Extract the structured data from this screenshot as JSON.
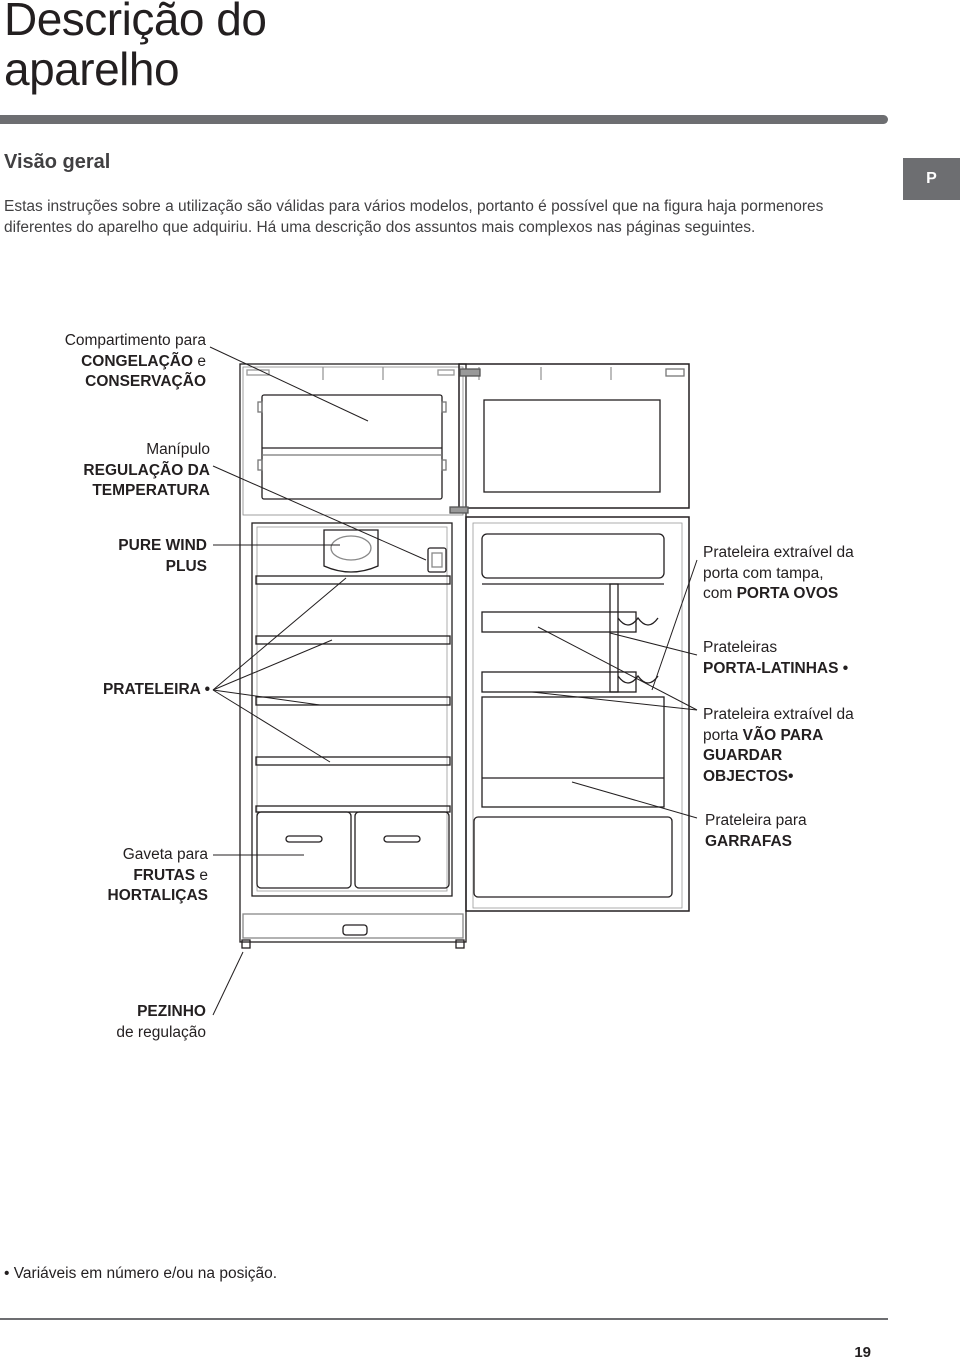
{
  "page": {
    "title_line1": "Descrição do",
    "title_line2": "aparelho",
    "section_heading": "Visão geral",
    "intro": "Estas instruções sobre a utilização são válidas para vários modelos, portanto é possível que na figura haja pormenores diferentes do aparelho que adquiriu. Há uma descrição dos assuntos mais complexos nas páginas seguintes.",
    "lang_tab": "P",
    "footnote": "• Variáveis em número e/ou na posição.",
    "page_number": "19"
  },
  "labels": {
    "freezer": {
      "l1": "Compartimento para",
      "l2": "CONGELAÇÃO",
      "l2b": " e",
      "l3": "CONSERVAÇÃO"
    },
    "thermostat": {
      "l1": "Manípulo",
      "l2": "REGULAÇÃO DA",
      "l3": "TEMPERATURA"
    },
    "purewind": {
      "l1": "PURE WIND",
      "l2": "PLUS"
    },
    "shelf": {
      "l1": "PRATELEIRA •"
    },
    "drawer": {
      "l1": "Gaveta para",
      "l2": "FRUTAS",
      "l2b": " e",
      "l3": "HORTALIÇAS"
    },
    "feet": {
      "l1": "PEZINHO",
      "l2": "de regulação"
    },
    "egg_shelf": {
      "l1": "Prateleira extraível da",
      "l2": "porta com tampa,",
      "l3a": "com ",
      "l3": "PORTA OVOS"
    },
    "can_shelves": {
      "l1": "Prateleiras",
      "l2": "PORTA-LATINHAS •"
    },
    "storage_shelf": {
      "l1": "Prateleira extraível da",
      "l2a": "porta ",
      "l2": "VÃO PARA",
      "l3": "GUARDAR",
      "l4": "OBJECTOS•"
    },
    "bottle_shelf": {
      "l1": "Prateleira para",
      "l2": "GARRAFAS"
    }
  }
}
